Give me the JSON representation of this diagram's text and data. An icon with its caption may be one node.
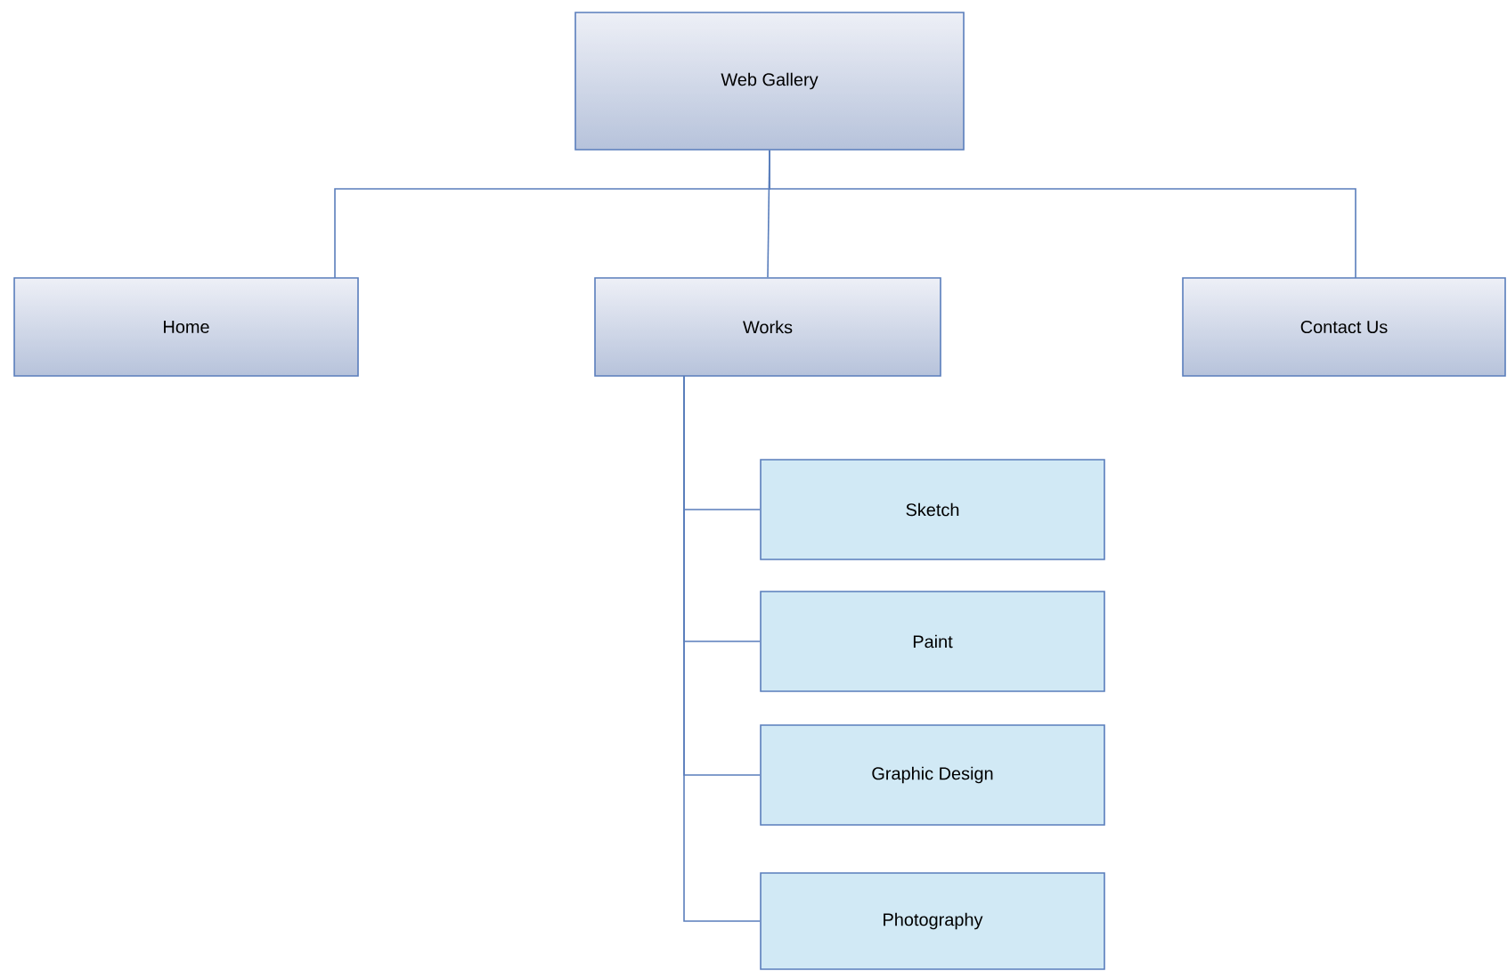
{
  "diagram": {
    "nodes": [
      {
        "text": [
          "Web Gallery"
        ]
      },
      {
        "text": [
          "Home"
        ]
      },
      {
        "text": [
          "Works"
        ]
      },
      {
        "text": [
          "Contact Us"
        ]
      },
      {
        "text": [
          "Sketch"
        ]
      },
      {
        "text": [
          "Paint"
        ]
      },
      {
        "text": [
          "Graphic Design"
        ]
      },
      {
        "text": [
          "Photography"
        ]
      }
    ],
    "edges": [
      {
        "from": 0,
        "to": 1,
        "arrow": "none"
      },
      {
        "from": 0,
        "to": 2,
        "arrow": "none"
      },
      {
        "from": 0,
        "to": 3,
        "arrow": "none"
      },
      {
        "from": 2,
        "to": 4,
        "arrow": "none"
      },
      {
        "from": 2,
        "to": 5,
        "arrow": "none"
      },
      {
        "from": 2,
        "to": 6,
        "arrow": "none"
      },
      {
        "from": 2,
        "to": 7,
        "arrow": "none"
      }
    ]
  }
}
